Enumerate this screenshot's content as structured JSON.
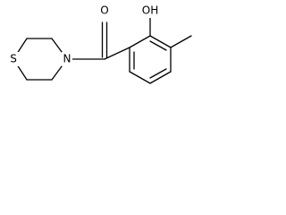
{
  "atoms": {
    "oxygen_carbonyl": "O",
    "hydroxyl": "OH",
    "nitrogen": "N",
    "sulfur": "S"
  },
  "colors": {
    "bond": "#000000",
    "background": "#ffffff"
  }
}
